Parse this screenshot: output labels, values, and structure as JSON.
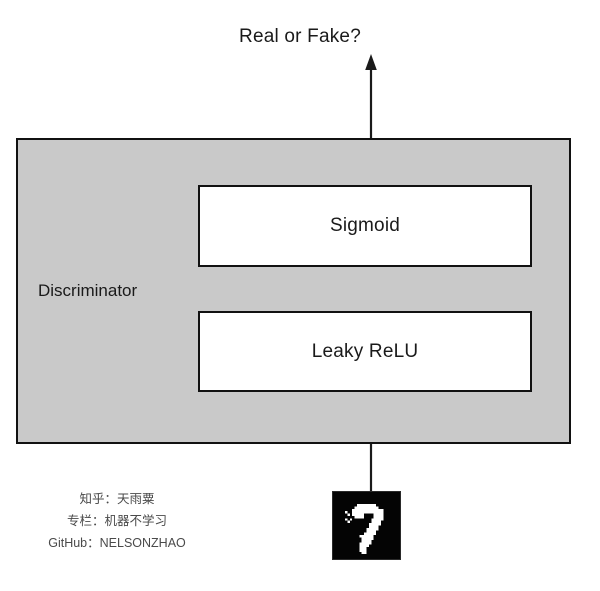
{
  "diagram": {
    "title": "Discriminator",
    "output_label": "Real or Fake?",
    "layers": [
      {
        "name": "sigmoid",
        "label": "Sigmoid"
      },
      {
        "name": "leaky-relu",
        "label": "Leaky ReLU"
      }
    ],
    "input": {
      "name": "mnist-digit-seven",
      "digit": "7",
      "background_color": "#040404",
      "stroke_color": "#ffffff"
    },
    "colors": {
      "panel_fill": "#c9c9c9",
      "panel_border": "#111111",
      "layer_fill": "#ffffff",
      "layer_border": "#111111",
      "arrow": "#1a1a1a",
      "text": "#1a1a1a",
      "watermark_text": "#4a4a4a",
      "page_background": "#ffffff"
    },
    "connectors": [
      {
        "name": "output-arrow",
        "from": "discriminator-panel",
        "to": "output-label",
        "has_arrowhead": true
      },
      {
        "name": "input-connector",
        "from": "mnist-digit-seven",
        "to": "discriminator-panel",
        "has_arrowhead": false
      }
    ]
  },
  "watermark": {
    "lines": [
      "知乎：天雨粟",
      "专栏：机器不学习",
      "GitHub：NELSONZHAO"
    ]
  }
}
